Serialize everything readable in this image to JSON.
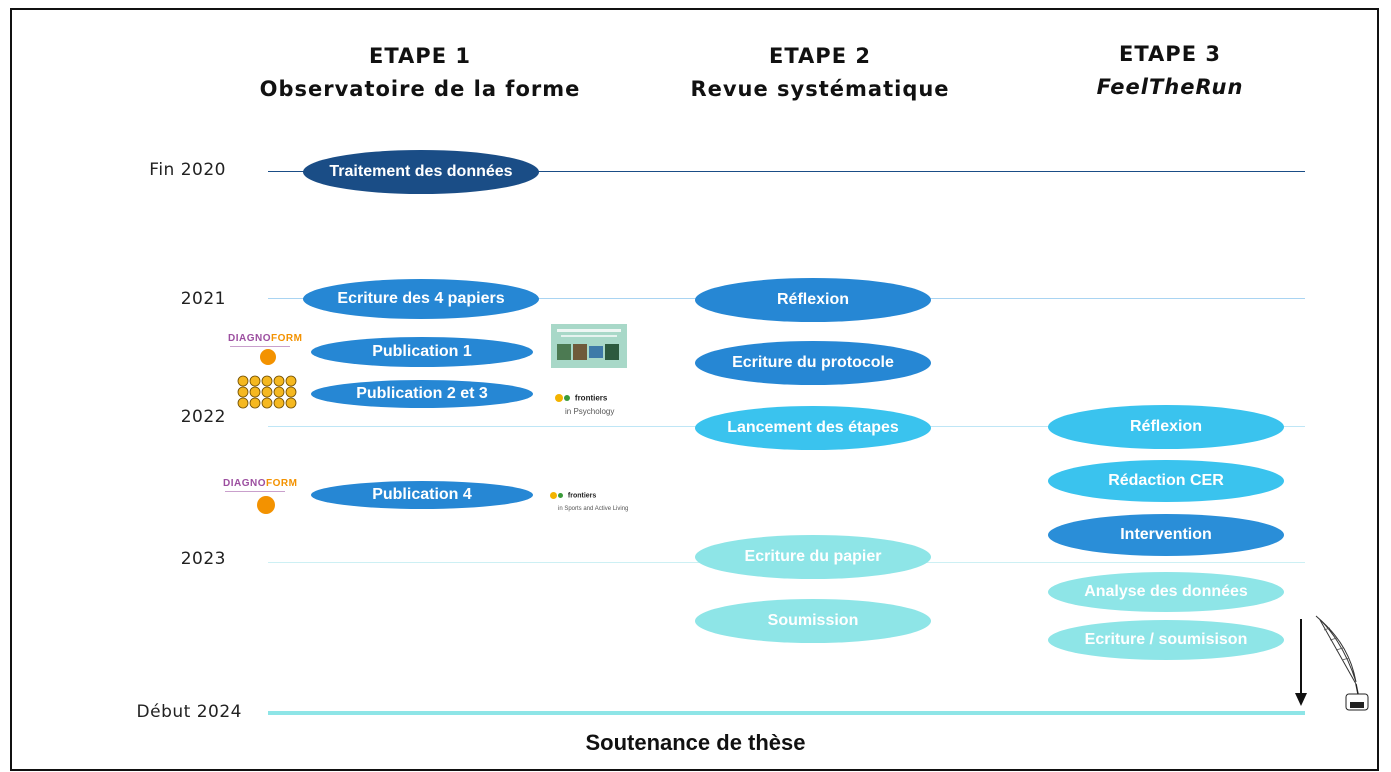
{
  "stages": [
    {
      "title": "ETAPE 1",
      "subtitle": "Observatoire de la forme"
    },
    {
      "title": "ETAPE 2",
      "subtitle": "Revue systématique"
    },
    {
      "title": "ETAPE 3",
      "subtitle": "FeelTheRun"
    }
  ],
  "years": {
    "y2020": "Fin 2020",
    "y2021": "2021",
    "y2022": "2022",
    "y2023": "2023",
    "y2024": "Début 2024"
  },
  "etape1": {
    "traitement": "Traitement des données",
    "ecriture": "Ecriture des 4 papiers",
    "pub1": "Publication 1",
    "pub23": "Publication 2 et 3",
    "pub4": "Publication 4"
  },
  "etape2": {
    "reflexion": "Réflexion",
    "protocole": "Ecriture du protocole",
    "lancement": "Lancement des étapes",
    "papier": "Ecriture du papier",
    "soumission": "Soumission"
  },
  "etape3": {
    "reflexion": "Réflexion",
    "cer": "Rédaction CER",
    "intervention": "Intervention",
    "analyse": "Analyse des données",
    "ecriture": "Ecriture / soumisison"
  },
  "logos": {
    "diagnoform_1": "DIAGNOFORM",
    "diagnoform_2": "DIAGNOFORM",
    "frontiers_1": "frontiers",
    "frontiers_1_sub": "in Psychology",
    "frontiers_2": "frontiers",
    "frontiers_2_sub": "in Sports and Active Living"
  },
  "footer": "Soutenance de thèse",
  "colors": {
    "dark": "#1a4d86",
    "mid": "#2687d4",
    "light": "#3ac3ee",
    "pale": "#8ee5e7"
  },
  "icons": [
    "emoji-grid-icon",
    "sports-medicine-journal-icon",
    "quill-pen-icon",
    "down-arrow-icon"
  ]
}
